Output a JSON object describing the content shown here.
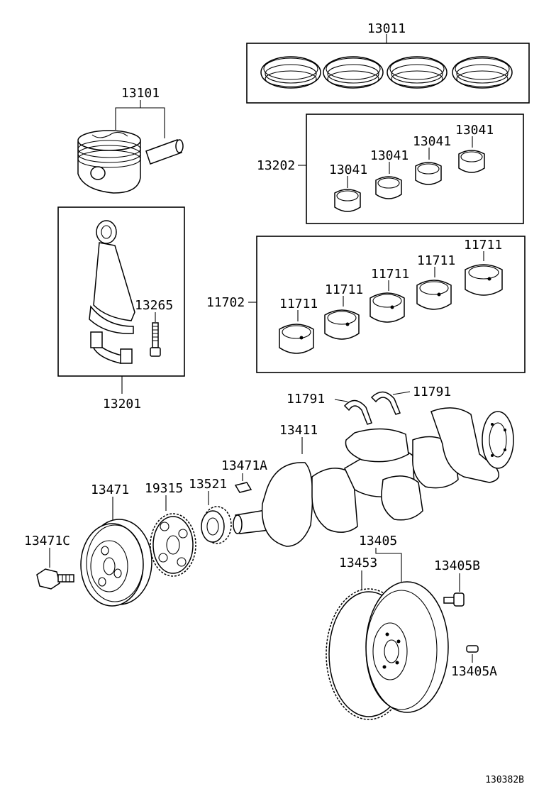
{
  "labels": {
    "piston_ring_set": "13011",
    "piston_sub_assy": "13101",
    "conn_rod_bearing_set": "13202",
    "conn_rod_bearing_1": "13041",
    "conn_rod_bearing_2": "13041",
    "conn_rod_bearing_3": "13041",
    "conn_rod_bearing_4": "13041",
    "conn_rod_sub_assy": "13201",
    "conn_rod_bolt": "13265",
    "crank_bearing_set": "11702",
    "crank_bearing_1": "11711",
    "crank_bearing_2": "11711",
    "crank_bearing_3": "11711",
    "crank_bearing_4": "11711",
    "crank_bearing_5": "11711",
    "thrust_washer_1": "11791",
    "thrust_washer_2": "11791",
    "crankshaft": "13411",
    "crank_key": "13471A",
    "crank_pulley": "13471",
    "timing_sprocket": "19315",
    "crank_timing_gear": "13521",
    "pulley_bolt": "13471C",
    "flywheel_sub_assy": "13405",
    "ring_gear": "13453",
    "flywheel_bolt": "13405B",
    "flywheel_pin": "13405A"
  },
  "footer": {
    "figure_code": "130382B"
  }
}
